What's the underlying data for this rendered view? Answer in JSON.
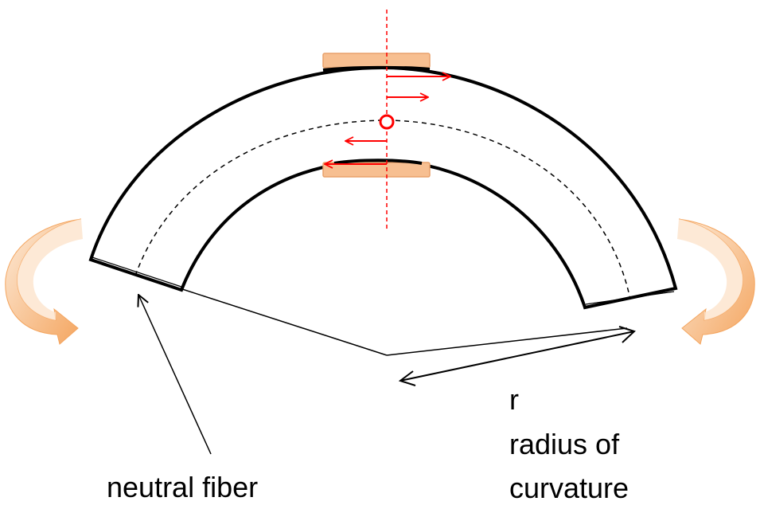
{
  "labels": {
    "r": "r",
    "radius_line1": "radius of",
    "radius_line2": "curvature",
    "neutral_fiber": "neutral fiber"
  },
  "colors": {
    "beam_outline": "#000000",
    "neutral_axis": "#000000",
    "stress_arrows": "#ff0000",
    "strain_gauge_fill": "#f7bf91",
    "strain_gauge_edge": "#e8a06a",
    "moment_arrow_light": "#fde3cc",
    "moment_arrow_dark": "#f4a55f",
    "background": "#ffffff"
  },
  "icons": {
    "left_moment": "curved-arrow-counterclockwise-icon",
    "right_moment": "curved-arrow-clockwise-icon"
  }
}
